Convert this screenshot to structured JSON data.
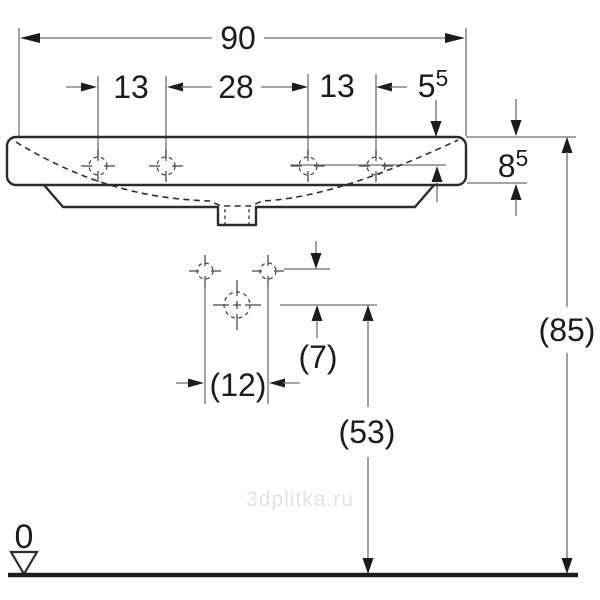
{
  "watermark": {
    "text": "3dplitka.ru"
  },
  "dimensions": {
    "overall_width": "90",
    "left_hole_offset": "13",
    "center_hole_span": "28",
    "right_hole_offset": "13",
    "hole_to_edge": {
      "main": "5",
      "sup": "5"
    },
    "rim_thickness": {
      "main": "8",
      "sup": "5"
    },
    "tap_hole_pair_spacing": "(12)",
    "hole_row_offset": "(7)",
    "siphon_height": "(53)",
    "overall_height": "(85)",
    "floor_datum": "0"
  },
  "colors": {
    "outline": "#2b2b2b",
    "dimension_lines": "#6e6e6e",
    "text": "#1c1c1c",
    "watermark": "#e2e2e6",
    "background": "#ffffff"
  }
}
